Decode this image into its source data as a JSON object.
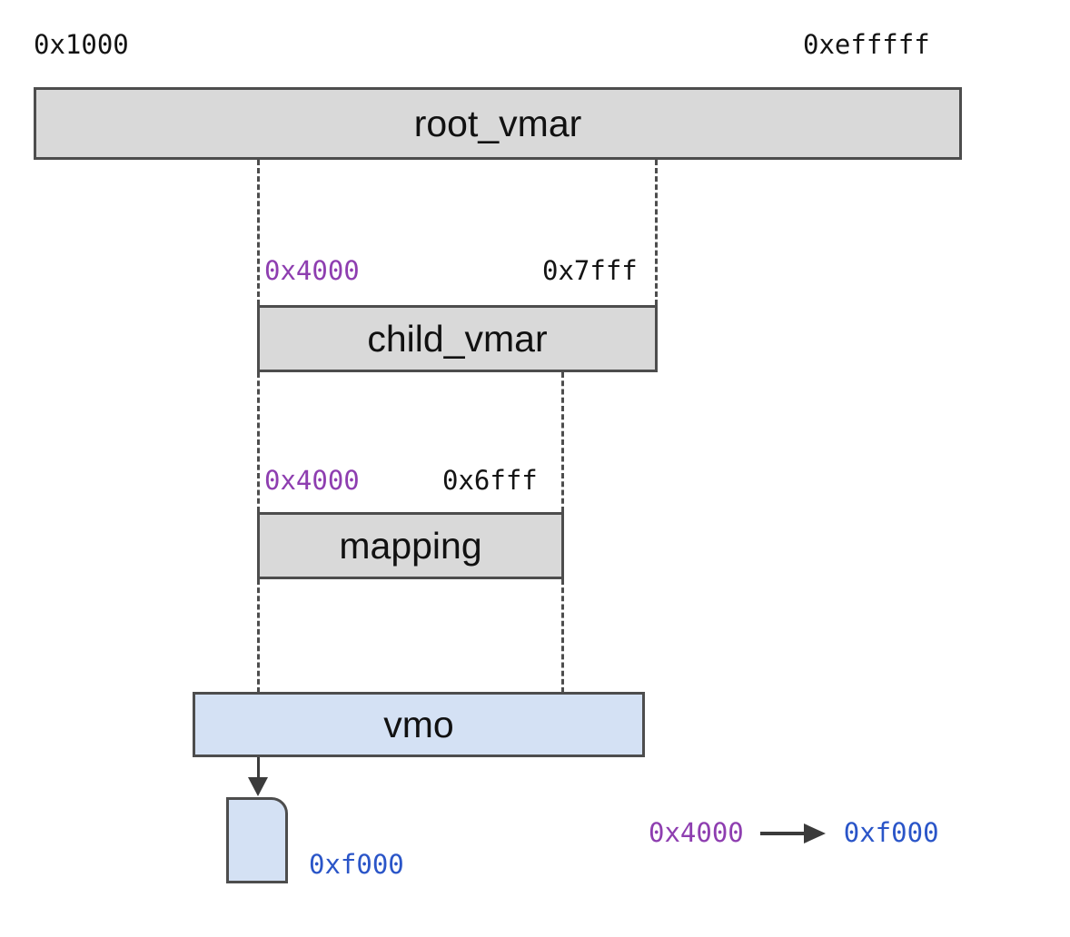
{
  "diagram": {
    "title": "VMAR / VMO address space diagram",
    "colors": {
      "box_grey_fill": "#d9d9d9",
      "box_blue_fill": "#d4e1f4",
      "box_border": "#4d4d4d",
      "text_black": "#141414",
      "text_purple": "#8e3eb0",
      "text_blue": "#2a55c8"
    },
    "top_range": {
      "start_label": "0x1000",
      "end_label": "0xefffff"
    },
    "boxes": [
      {
        "id": "root_vmar",
        "label": "root_vmar",
        "fill": "grey"
      },
      {
        "id": "child_vmar",
        "label": "child_vmar",
        "fill": "grey"
      },
      {
        "id": "mapping",
        "label": "mapping",
        "fill": "grey"
      },
      {
        "id": "vmo",
        "label": "vmo",
        "fill": "blue"
      }
    ],
    "child_vmar_range": {
      "start_label": "0x4000",
      "end_label": "0x7fff"
    },
    "mapping_range": {
      "start_label": "0x4000",
      "end_label": "0x6fff"
    },
    "page": {
      "label": "0xf000"
    },
    "legend": {
      "from": "0x4000",
      "arrow": "arrow-right-icon",
      "to": "0xf000"
    }
  }
}
